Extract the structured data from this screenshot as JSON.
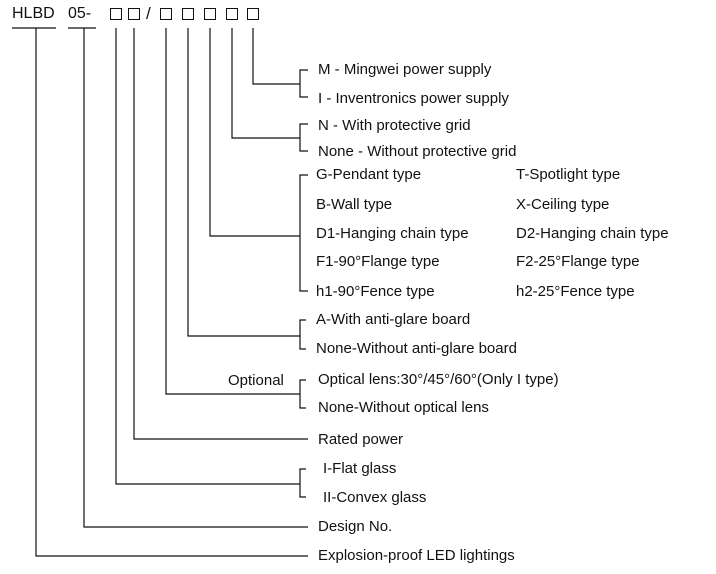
{
  "code": {
    "prefix": "HLBD",
    "series": "05-",
    "separator": "/"
  },
  "power_supply": {
    "m": "M - Mingwei  power  supply",
    "i": "I - Inventronics  power  supply"
  },
  "grid": {
    "n": "N - With protective grid",
    "none": "None - Without protective grid"
  },
  "mount": {
    "g": "G-Pendant type",
    "t": "T-Spotlight type",
    "b": "B-Wall type",
    "x": "X-Ceiling type",
    "d1": "D1-Hanging chain type",
    "d2": "D2-Hanging chain type",
    "f1": "F1-90°Flange type",
    "f2": "F2-25°Flange type",
    "h1": "h1-90°Fence type",
    "h2": "h2-25°Fence type"
  },
  "glare": {
    "a": "A-With anti-glare board",
    "none": "None-Without  anti-glare  board"
  },
  "lens": {
    "optional": "Optional",
    "optical": "Optical lens:30°/45°/60°(Only I type)",
    "none": "None-Without optical lens"
  },
  "rated_power": "Rated  power",
  "glass": {
    "i": "I-Flat glass",
    "ii": "II-Convex glass"
  },
  "design_no": "Design No.",
  "product": "Explosion-proof LED lightings"
}
